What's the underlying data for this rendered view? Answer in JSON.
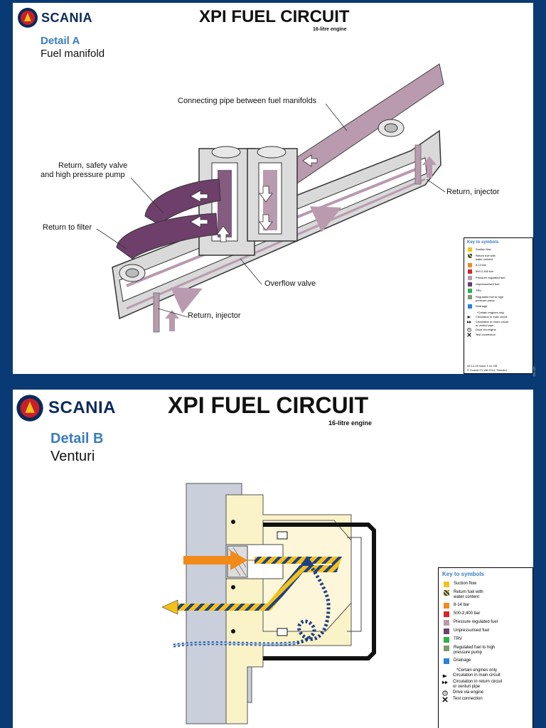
{
  "panel_a": {
    "logo": "SCANIA",
    "title": "XPI FUEL CIRCUIT",
    "subtitle": "16-litre engine",
    "detail": "Detail A",
    "detail_name": "Fuel manifold",
    "callouts": {
      "connecting_pipe": "Connecting pipe between fuel manifolds",
      "return_safety_valve": "Return, safety valve",
      "return_safety_valve_2": "and high pressure pump",
      "return_to_filter": "Return to filter",
      "return_injector_right": "Return, injector",
      "return_injector_bottom": "Return, injector",
      "overflow_valve": "Overflow valve"
    },
    "key": {
      "title": "Key to symbols",
      "footer_1": "05:14-09  Issue 1    en-GB",
      "footer_2": "© Scania CV AB 2014, Sweden"
    },
    "side_code": "391 115"
  },
  "panel_b": {
    "logo": "SCANIA",
    "title": "XPI FUEL CIRCUIT",
    "subtitle": "16-litre engine",
    "detail": "Detail B",
    "detail_name": "Venturi",
    "key": {
      "title": "Key to symbols"
    }
  },
  "legend": {
    "colors": [
      {
        "label": "Suction flow",
        "color": "#f2c21b"
      },
      {
        "label": "Return fuel with",
        "label2": "water content",
        "color": "#f2c21b",
        "striped": true
      },
      {
        "label": "8-14 bar",
        "color": "#f28a1a"
      },
      {
        "label": "500-2,400 bar",
        "color": "#d8232a"
      },
      {
        "label": "Pressure regulated fuel",
        "color": "#b99aae"
      },
      {
        "label": "Unpressurised fuel",
        "color": "#6e3f6a"
      },
      {
        "label": "TRV",
        "color": "#2bb24c"
      },
      {
        "label": "Regulated fuel to high",
        "label2": "pressure pump",
        "color": "#7f9a6a"
      },
      {
        "label": "Drainage",
        "color": "#2e7fd6"
      }
    ],
    "note": "*Certain engines only",
    "symbols": [
      {
        "label": "Circulation in main circuit",
        "icon": "single-arrow"
      },
      {
        "label": "Circulation in return circuit",
        "label2": "or venturi pipe",
        "icon": "double-arrow"
      },
      {
        "label": "Drive via engine",
        "icon": "drive-circle"
      },
      {
        "label": "Test connection",
        "icon": "x-mark"
      }
    ]
  },
  "colors": {
    "background": "#0a3a74",
    "accent_blue": "#3a7cc0",
    "pipe_purple": "#b99aae",
    "pipe_dark": "#6e3f6a",
    "body_yellow": "#fbf3c8",
    "orange": "#f28a1a",
    "drain_blue": "#2e7fd6"
  }
}
